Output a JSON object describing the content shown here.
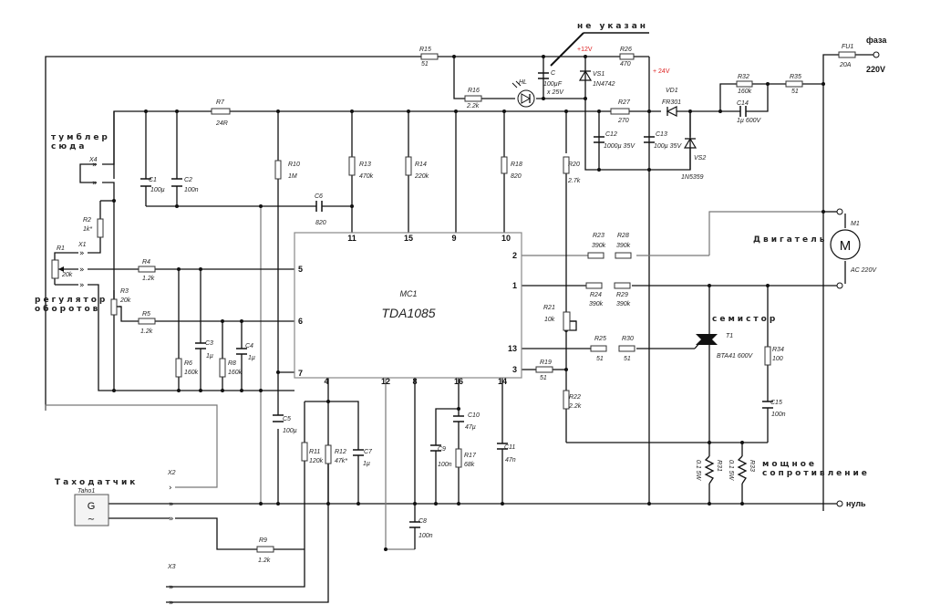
{
  "diagram": {
    "type": "circuit-schematic",
    "ic": {
      "ref": "MC1",
      "part": "TDA1085",
      "pins_top": [
        "11",
        "15",
        "9",
        "10"
      ],
      "pins_left": [
        "5",
        "6",
        "7"
      ],
      "pins_bottom": [
        "4",
        "12",
        "8",
        "16",
        "14"
      ],
      "pins_right": [
        "2",
        "1",
        "13",
        "3"
      ]
    },
    "annotations": {
      "not_specified": "не указан",
      "switch_here_1": "тумблер",
      "switch_here_2": "сюда",
      "speed_reg_1": "регулятор",
      "speed_reg_2": "оборотов",
      "tacho": "Таходатчик",
      "motor": "Двигатель",
      "triac": "семистор",
      "power_res_1": "мощное",
      "power_res_2": "сопротивление",
      "phase": "фаза",
      "phase_v": "220V",
      "neutral": "нуль",
      "v12": "+12V",
      "v24": "+ 24V"
    },
    "components": {
      "R1": {
        "ref": "R1",
        "val": "20k"
      },
      "R2": {
        "ref": "R2",
        "val": "1k*"
      },
      "R3": {
        "ref": "R3",
        "val": "20k"
      },
      "R4": {
        "ref": "R4",
        "val": "1.2k"
      },
      "R5": {
        "ref": "R5",
        "val": "1.2k"
      },
      "R6": {
        "ref": "R6",
        "val": "160k"
      },
      "R7": {
        "ref": "R7",
        "val": "24R"
      },
      "R8": {
        "ref": "R8",
        "val": "160k"
      },
      "R9": {
        "ref": "R9",
        "val": "1.2k"
      },
      "R10": {
        "ref": "R10",
        "val": "1M"
      },
      "R11": {
        "ref": "R11",
        "val": "120k"
      },
      "R12": {
        "ref": "R12",
        "val": "47k*"
      },
      "R13": {
        "ref": "R13",
        "val": "470k"
      },
      "R14": {
        "ref": "R14",
        "val": "220k"
      },
      "R15": {
        "ref": "R15",
        "val": "51"
      },
      "R16": {
        "ref": "R16",
        "val": "2.2k"
      },
      "R17": {
        "ref": "R17",
        "val": "68k"
      },
      "R18": {
        "ref": "R18",
        "val": "820"
      },
      "R19": {
        "ref": "R19",
        "val": "51"
      },
      "R20": {
        "ref": "R20",
        "val": "2.7k"
      },
      "R21": {
        "ref": "R21",
        "val": "10k"
      },
      "R22": {
        "ref": "R22",
        "val": "2.2k"
      },
      "R23": {
        "ref": "R23",
        "val": "390k"
      },
      "R24": {
        "ref": "R24",
        "val": "390k"
      },
      "R25": {
        "ref": "R25",
        "val": "51"
      },
      "R26": {
        "ref": "R26",
        "val": "470"
      },
      "R27": {
        "ref": "R27",
        "val": "270"
      },
      "R28": {
        "ref": "R28",
        "val": "390k"
      },
      "R29": {
        "ref": "R29",
        "val": "390k"
      },
      "R30": {
        "ref": "R30",
        "val": "51"
      },
      "R31": {
        "ref": "R31",
        "val": "0.1 5W"
      },
      "R32": {
        "ref": "R32",
        "val": "160k"
      },
      "R33": {
        "ref": "R33",
        "val": "0.1 5W"
      },
      "R34": {
        "ref": "R34",
        "val": "100"
      },
      "R35": {
        "ref": "R35",
        "val": "51"
      },
      "C1": {
        "ref": "C1",
        "val": "100µ"
      },
      "C2": {
        "ref": "C2",
        "val": "100n"
      },
      "C3": {
        "ref": "C3",
        "val": "1µ"
      },
      "C4": {
        "ref": "C4",
        "val": "1µ"
      },
      "C5": {
        "ref": "C5",
        "val": "100µ"
      },
      "C6": {
        "ref": "C6",
        "val": "820"
      },
      "C7": {
        "ref": "C7",
        "val": "1µ"
      },
      "C8": {
        "ref": "C8",
        "val": "100n"
      },
      "C9": {
        "ref": "C9",
        "val": "100n"
      },
      "C10": {
        "ref": "C10",
        "val": "47µ"
      },
      "C11": {
        "ref": "C11",
        "val": "47n"
      },
      "C12": {
        "ref": "C12",
        "val": "1000µ 35V"
      },
      "C13": {
        "ref": "C13",
        "val": "100µ 35V"
      },
      "C14": {
        "ref": "C14",
        "val": "1µ 600V"
      },
      "C15": {
        "ref": "C15",
        "val": "100n"
      },
      "C": {
        "ref": "C",
        "val1": "100µF",
        "val2": "x 25V"
      },
      "VS1": {
        "ref": "VS1",
        "val": "1N4742"
      },
      "VS2": {
        "ref": "VS2",
        "val": "1N5359"
      },
      "VD1": {
        "ref": "VD1",
        "val": "FR301"
      },
      "HL": {
        "ref": "HL"
      },
      "T1": {
        "ref": "T1",
        "val": "BTA41 600V"
      },
      "FU1": {
        "ref": "FU1",
        "val": "20A"
      },
      "M1": {
        "ref": "M1",
        "val": "AC 220V"
      },
      "Taho1": {
        "ref": "Taho1",
        "sym": "G"
      },
      "X1": {
        "ref": "X1"
      },
      "X2": {
        "ref": "X2"
      },
      "X3": {
        "ref": "X3"
      },
      "X4": {
        "ref": "X4"
      }
    }
  }
}
